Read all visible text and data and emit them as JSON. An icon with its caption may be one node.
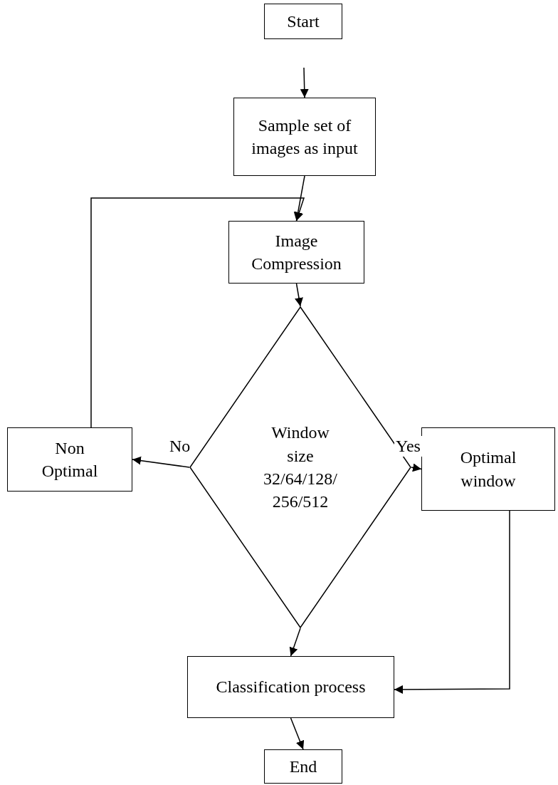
{
  "diagram": {
    "nodes": [
      {
        "text": [
          "Start"
        ]
      },
      {
        "text": [
          "Sample set of images as input"
        ]
      },
      {
        "text": [
          "Image Compression"
        ]
      },
      {
        "text": [
          "Window size 32/64/128/ 256/512"
        ]
      },
      {
        "text": [
          "Non Optimal"
        ]
      },
      {
        "text": [
          "Optimal window"
        ]
      },
      {
        "text": [
          "Classification process"
        ]
      },
      {
        "text": [
          "End"
        ]
      }
    ],
    "edges": [
      {
        "from": null,
        "to": 1,
        "arrow": "to"
      },
      {
        "from": 1,
        "to": 2,
        "arrow": "to"
      },
      {
        "from": 2,
        "to": 3,
        "arrow": "to"
      },
      {
        "from": 3,
        "to": 4,
        "arrow": "to",
        "label": "No"
      },
      {
        "from": 3,
        "to": 5,
        "arrow": "to",
        "label": "Yes"
      },
      {
        "from": 4,
        "to": 2,
        "arrow": "to"
      },
      {
        "from": 5,
        "to": 6,
        "arrow": "to"
      },
      {
        "from": 3,
        "to": 6,
        "arrow": "to"
      },
      {
        "from": 6,
        "to": 7,
        "arrow": "to"
      }
    ]
  }
}
